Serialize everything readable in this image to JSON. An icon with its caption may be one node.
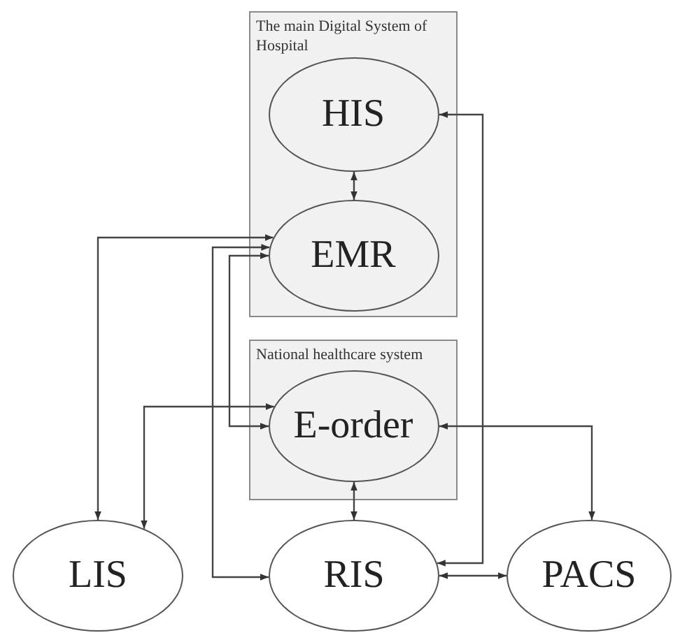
{
  "diagram": {
    "nodes": [
      {
        "text": [
          "The main Digital System of Hospital"
        ]
      },
      {
        "text": [
          "HIS"
        ],
        "in": 0
      },
      {
        "text": [
          "EMR"
        ],
        "in": 0
      },
      {
        "text": [
          "National healthcare system"
        ]
      },
      {
        "text": [
          "E-order"
        ],
        "in": 3
      },
      {
        "text": [
          "LIS"
        ]
      },
      {
        "text": [
          "RIS"
        ]
      },
      {
        "text": [
          "PACS"
        ]
      }
    ],
    "edges": [
      {
        "from": 1,
        "to": 2,
        "arrow": "both"
      },
      {
        "from": 2,
        "to": 5,
        "arrow": "both"
      },
      {
        "from": 2,
        "to": 6,
        "arrow": "both"
      },
      {
        "from": 2,
        "to": 4,
        "arrow": "both"
      },
      {
        "from": 5,
        "to": 4,
        "arrow": "both"
      },
      {
        "from": 4,
        "to": 6,
        "arrow": "both"
      },
      {
        "from": 4,
        "to": 7,
        "arrow": "both"
      },
      {
        "from": 1,
        "to": 6,
        "arrow": "both"
      },
      {
        "from": 6,
        "to": 7,
        "arrow": "both"
      }
    ]
  }
}
